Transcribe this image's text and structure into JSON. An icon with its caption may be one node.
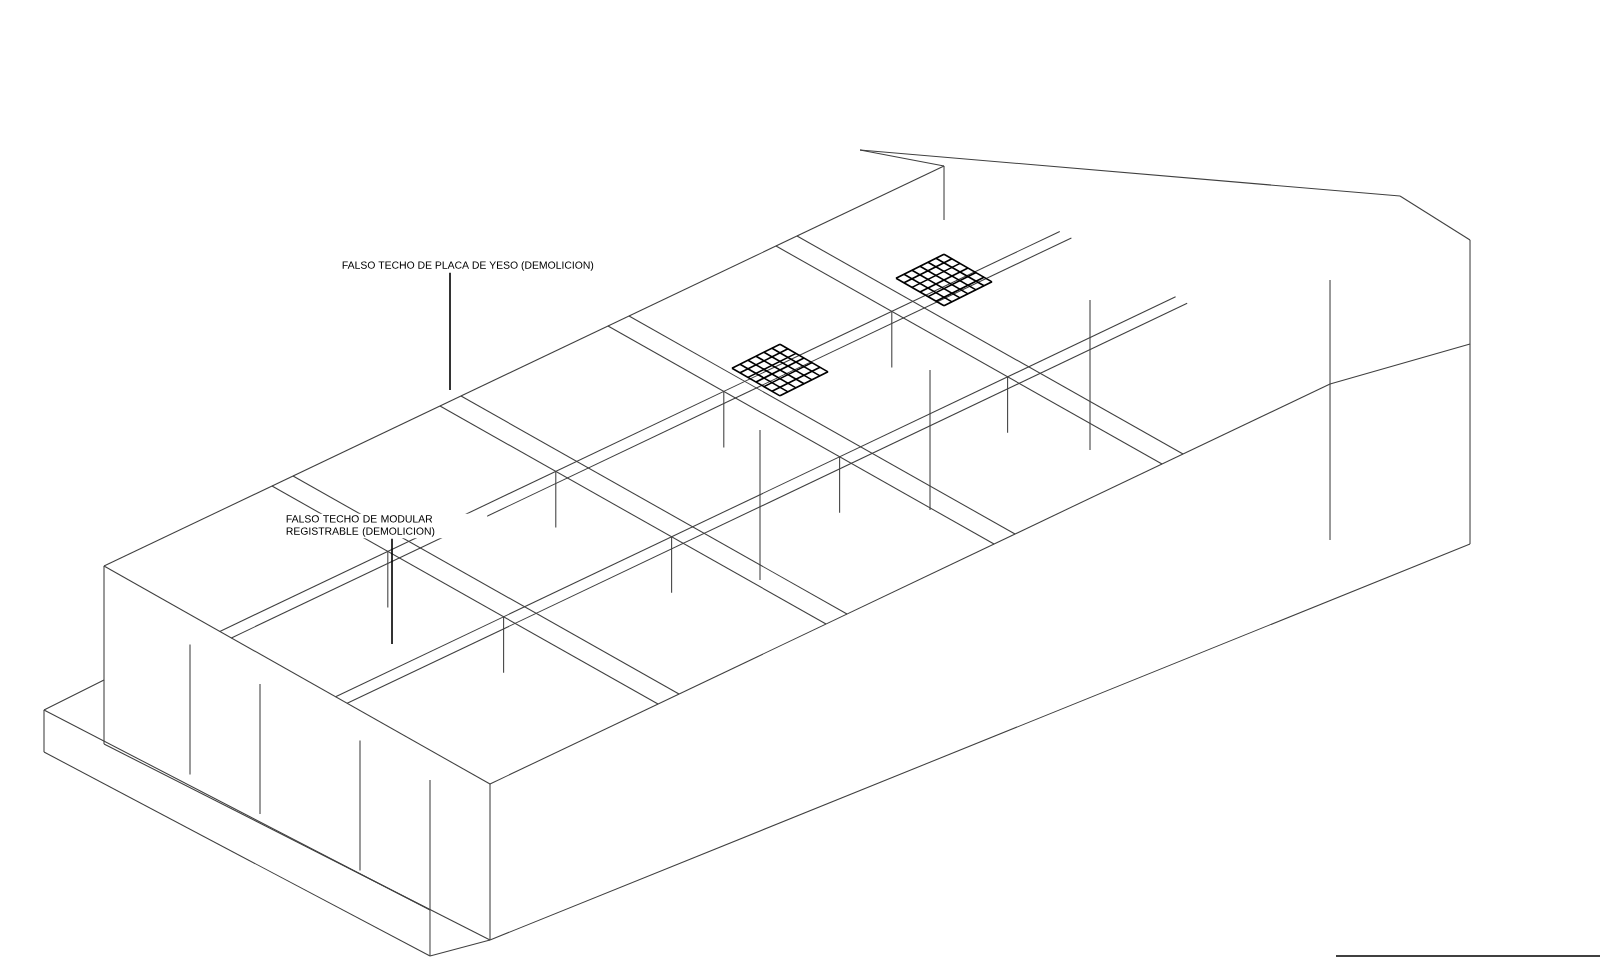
{
  "diagram": {
    "nodes": [
      {
        "text": [
          "FALSO TECHO DE PLACA DE YESO (DEMOLICION)"
        ]
      },
      {
        "text": [
          "FALSO TECHO DE MODULAR REGISTRABLE (DEMOLICION)"
        ]
      }
    ],
    "edges": [
      {
        "from": 0,
        "to": null,
        "arrow": "none"
      },
      {
        "from": 1,
        "to": null,
        "arrow": "none"
      }
    ]
  }
}
